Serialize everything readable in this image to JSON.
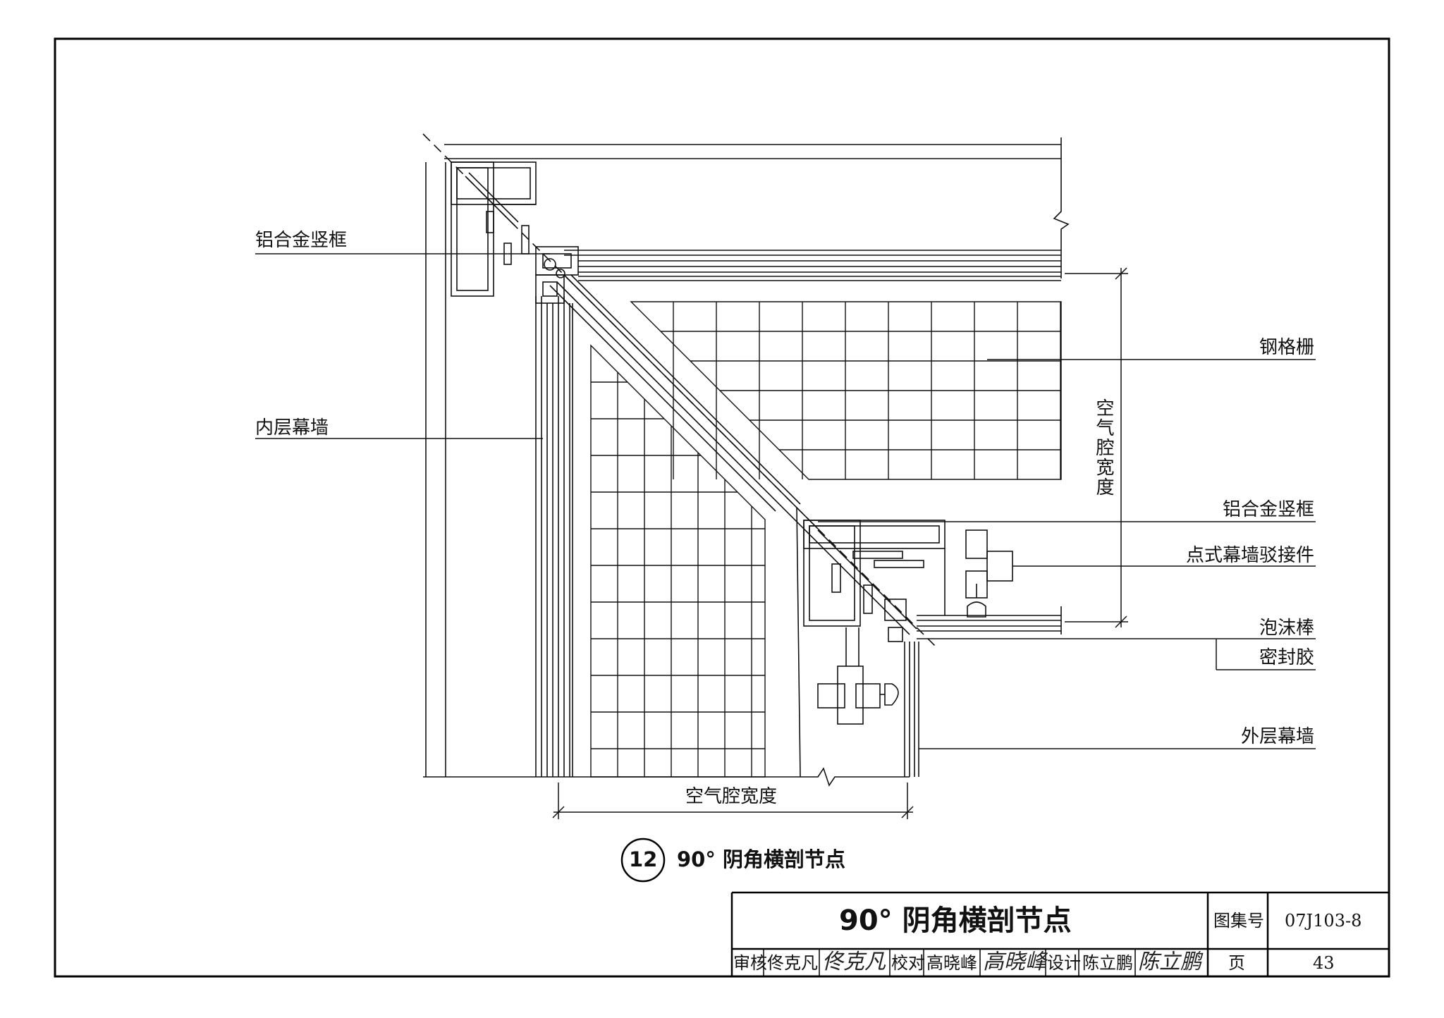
{
  "labels": {
    "left_top": "铝合金竖框",
    "left_mid": "内层幕墙",
    "right_grating": "钢格栅",
    "right_frame": "铝合金竖框",
    "right_connector": "点式幕墙驳接件",
    "right_foam": "泡沫棒",
    "right_sealant": "密封胶",
    "right_outer": "外层幕墙",
    "dim_vertical": "空气腔宽度",
    "dim_horizontal": "空气腔宽度"
  },
  "caption": {
    "number": "12",
    "text": "90° 阴角横剖节点"
  },
  "title_block": {
    "title": "90° 阴角横剖节点",
    "atlas_label": "图集号",
    "atlas_no": "07J103-8",
    "page_label": "页",
    "page_no": "43",
    "review_label": "审核",
    "review_name": "佟克凡",
    "review_sig": "佟克凡",
    "check_label": "校对",
    "check_name": "高晓峰",
    "check_sig": "高晓峰",
    "design_label": "设计",
    "design_name": "陈立鹏",
    "design_sig": "陈立鹏"
  }
}
